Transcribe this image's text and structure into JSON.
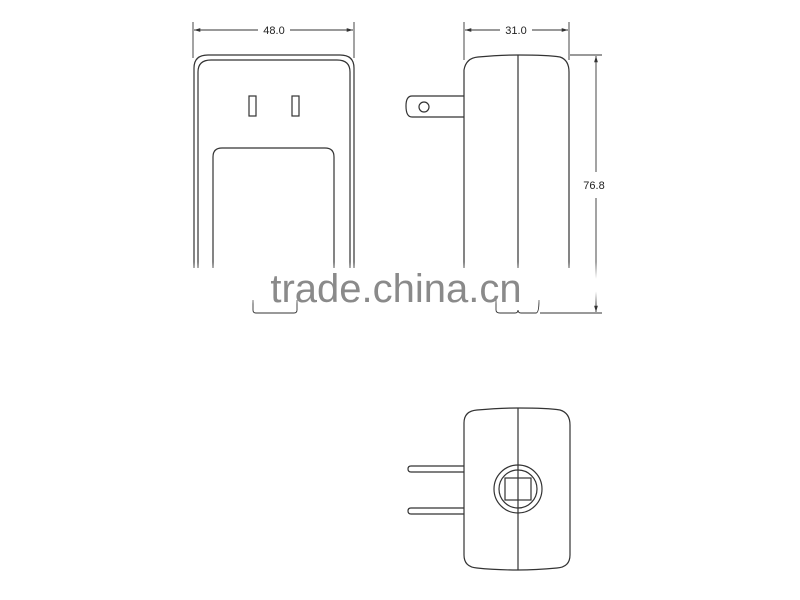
{
  "diagram": {
    "type": "technical-drawing",
    "subject": "wall plug power adapter",
    "views": [
      {
        "name": "front-view",
        "dimension_label": "48.0",
        "dimension_axis": "width"
      },
      {
        "name": "side-view",
        "dimension_label": "31.0",
        "dimension_axis": "depth",
        "height_label": "76.8"
      },
      {
        "name": "bottom-view"
      }
    ],
    "units": "mm"
  },
  "labels": {
    "front_width": "48.0",
    "side_depth": "31.0",
    "side_height": "76.8"
  },
  "watermark": {
    "text": "trade.china.cn",
    "color": "#8a8a8a"
  },
  "colors": {
    "line": "#333333",
    "background": "#ffffff"
  }
}
